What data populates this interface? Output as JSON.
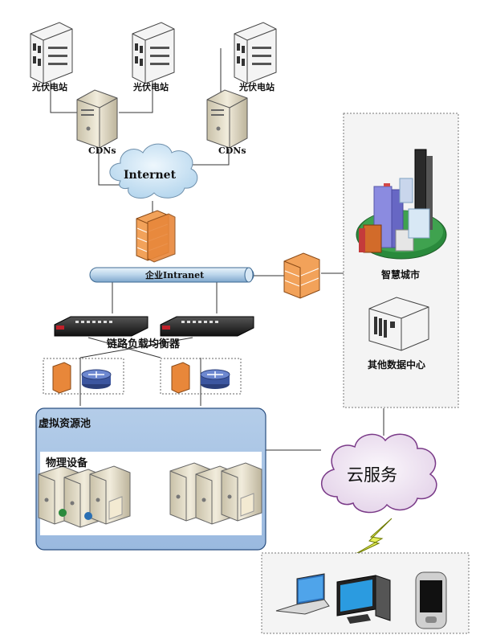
{
  "stations": [
    "光伏电站",
    "光伏电站",
    "光伏电站"
  ],
  "cdn_labels": [
    "CDNs",
    "CDNs"
  ],
  "internet_label": "Internet",
  "intranet_label": "企业Intranet",
  "load_balancer_label": "链路负载均衡器",
  "pool": {
    "title": "虚拟资源池",
    "subtitle": "物理设备"
  },
  "right_panel": {
    "smart_city": "智慧城市",
    "other_dc": "其他数据中心"
  },
  "cloud_service_label": "云服务",
  "colors": {
    "cloud_fill": "#cfe6f5",
    "pool_fill": "#a9c4e4",
    "firewall": "#e8873a",
    "service_cloud": "#f0e8f2"
  }
}
